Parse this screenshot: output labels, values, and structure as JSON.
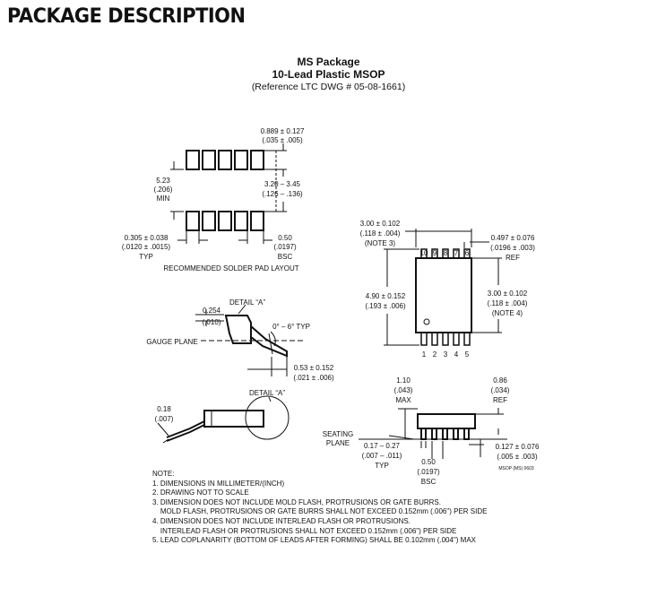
{
  "header": {
    "title": "PACKAGE DESCRIPTION"
  },
  "package": {
    "name": "MS Package",
    "subtitle": "10-Lead Plastic MSOP",
    "reference": "(Reference LTC DWG # 05-08-1661)"
  },
  "pad_layout": {
    "caption": "RECOMMENDED SOLDER PAD LAYOUT",
    "pad_pitch_mm": "0.889 ± 0.127",
    "pad_pitch_in": "(.035 ± .005)",
    "row_gap_mm": "5.23",
    "row_gap_in": "(.206)",
    "row_gap_note": "MIN",
    "span_mm": "3.20 – 3.45",
    "span_in": "(.126 – .136)",
    "pad_width_mm": "0.305 ± 0.038",
    "pad_width_in": "(.0120 ± .0015)",
    "pad_width_note": "TYP",
    "pitch_mm": "0.50",
    "pitch_in": "(.0197)",
    "pitch_note": "BSC"
  },
  "top_view": {
    "width_mm": "3.00 ± 0.102",
    "width_in": "(.118 ± .004)",
    "width_note": "(NOTE 3)",
    "lead_mm": "0.497 ± 0.076",
    "lead_in": "(.0196 ± .003)",
    "lead_note": "REF",
    "height_mm": "4.90 ± 0.152",
    "height_in": "(.193 ± .006)",
    "body_mm": "3.00 ± 0.102",
    "body_in": "(.118 ± .004)",
    "body_note": "(NOTE 4)",
    "pins_top": [
      "10",
      "9",
      "8",
      "7",
      "6"
    ],
    "pins_bottom": [
      "1",
      "2",
      "3",
      "4",
      "5"
    ]
  },
  "detail": {
    "detail_label": "DETAIL “A”",
    "lead_thk_mm": "0.254",
    "lead_thk_in": "(.010)",
    "angle": "0° – 6° TYP",
    "gauge_plane": "GAUGE PLANE",
    "foot_mm": "0.53 ± 0.152",
    "foot_in": "(.021 ± .006)"
  },
  "side_left": {
    "detail_label": "DETAIL “A”",
    "thk_mm": "0.18",
    "thk_in": "(.007)"
  },
  "side_right": {
    "height_mm": "1.10",
    "height_in": "(.043)",
    "height_note": "MAX",
    "standoff_mm": "0.86",
    "standoff_in": "(.034)",
    "standoff_note": "REF",
    "seating_1": "SEATING",
    "seating_2": "PLANE",
    "lead_w_mm": "0.17 – 0.27",
    "lead_w_in": "(.007 – .011)",
    "lead_w_note": "TYP",
    "pitch_mm": "0.50",
    "pitch_in": "(.0197)",
    "pitch_note": "BSC",
    "clear_mm": "0.127 ± 0.076",
    "clear_in": "(.005 ± .003)",
    "code": "MSOP (MS) 0603"
  },
  "notes": [
    "NOTE:",
    "1. DIMENSIONS IN MILLIMETER/(INCH)",
    "2. DRAWING NOT TO SCALE",
    "3. DIMENSION DOES NOT INCLUDE MOLD FLASH, PROTRUSIONS OR GATE BURRS.",
    "    MOLD FLASH, PROTRUSIONS OR GATE BURRS SHALL NOT EXCEED 0.152mm (.006\") PER SIDE",
    "4. DIMENSION DOES NOT INCLUDE INTERLEAD FLASH OR PROTRUSIONS.",
    "    INTERLEAD FLASH OR PROTRUSIONS SHALL NOT EXCEED 0.152mm (.006\") PER SIDE",
    "5. LEAD COPLANARITY (BOTTOM OF LEADS AFTER FORMING) SHALL BE 0.102mm (.004\") MAX"
  ]
}
